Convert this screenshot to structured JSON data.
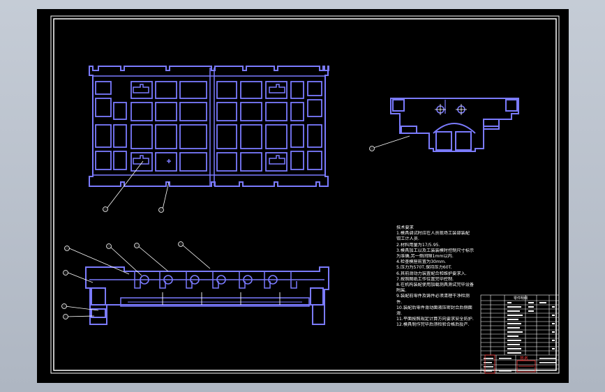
{
  "drawing": {
    "notes_title": "技术要求",
    "notes": [
      "1.模具调试时应在人员现场工装部装配",
      "   钳工计人员.",
      "2.材料用量为17/5.95.",
      "3.模具加工以及工装装模时控制尺寸标示",
      "   为准确,另一侧间隙1mm以内.",
      "4.检查模座前置为30mm.",
      "5.压力为570T,保持压力60T.",
      "6.其前滑动力装置配合和维护要求入.",
      "7.按照图纸工作位置完毕控制.",
      "8.在机构装配使用加载测具测试完毕设备",
      "   附属.",
      "9.装配前零件及铸件必须清理干净检测",
      "   件.",
      "10.装配后零件滑动面液压密封合后侧面",
      "   滑.",
      "11.平面按照规定计算方向要求安全防护.",
      "12.模具制作完毕后须检验合格后投产."
    ],
    "title_block": {
      "table_title": "零件明细",
      "stamp": "签名",
      "rows": 12
    },
    "colors": {
      "background": "#000000",
      "part_lines": "#7b7bff",
      "leader_lines": "#ffffff",
      "frame": "#ffffff",
      "highlight": "#ff3c3c"
    }
  }
}
